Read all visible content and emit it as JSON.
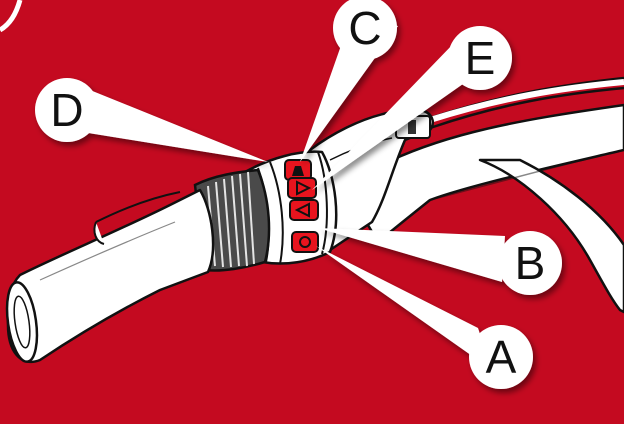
{
  "colors": {
    "background": "#c40a20",
    "outline": "#111111",
    "grip": "#ffffff",
    "button_red": "#e8141e"
  },
  "icons": [
    "bell-icon",
    "forward-icon",
    "back-icon",
    "power-icon"
  ],
  "callouts": [
    {
      "id": "C",
      "label": "C"
    },
    {
      "id": "E",
      "label": "E"
    },
    {
      "id": "D",
      "label": "D"
    },
    {
      "id": "B",
      "label": "B"
    },
    {
      "id": "A",
      "label": "A"
    }
  ]
}
